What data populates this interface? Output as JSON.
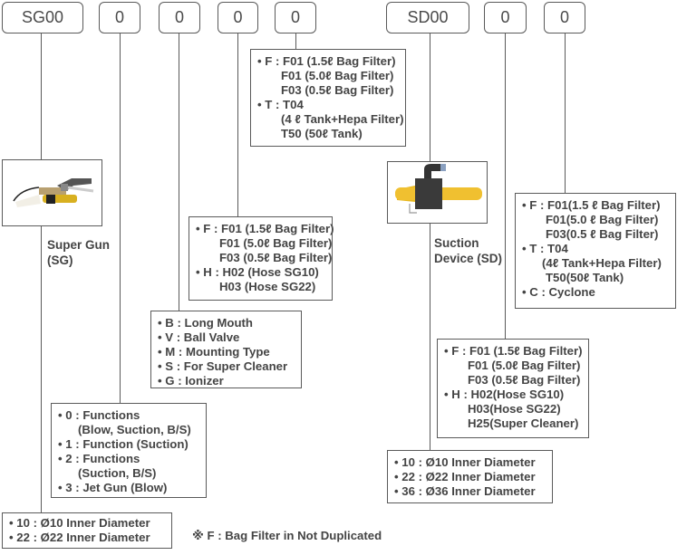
{
  "codes": {
    "sg": [
      "SG00",
      "0",
      "0",
      "0",
      "0"
    ],
    "sd": [
      "SD00",
      "0",
      "0"
    ]
  },
  "sg": {
    "product_caption": [
      "Super Gun",
      "(SG)"
    ],
    "product_icon": "super-gun-photo",
    "diameter_options": [
      "• 10 : Ø10 Inner Diameter",
      "• 22 : Ø22 Inner Diameter"
    ],
    "function_options": [
      "• 0 : Functions",
      "(Blow, Suction, B/S)",
      "• 1 : Function (Suction)",
      "• 2 : Functions",
      "(Suction, B/S)",
      "• 3 : Jet Gun (Blow)"
    ],
    "type_options": [
      "• B : Long Mouth",
      "• V : Ball Valve",
      "• M : Mounting Type",
      "• S : For Super Cleaner",
      "• G : Ionizer"
    ],
    "hose_options": [
      "• F : F01 (1.5ℓ Bag Filter)",
      "F01 (5.0ℓ Bag Filter)",
      "F03 (0.5ℓ Bag Filter)",
      "• H : H02 (Hose SG10)",
      "H03 (Hose SG22)"
    ],
    "tank_options": [
      "• F : F01 (1.5ℓ Bag Filter)",
      "F01 (5.0ℓ Bag Filter)",
      "F03 (0.5ℓ Bag Filter)",
      "• T : T04",
      "(4 ℓ Tank+Hepa Filter)",
      "T50 (50ℓ Tank)"
    ]
  },
  "sd": {
    "product_caption": [
      "Suction",
      "Device (SD)"
    ],
    "product_icon": "suction-device-photo",
    "diameter_options": [
      "• 10 : Ø10 Inner Diameter",
      "• 22 : Ø22 Inner Diameter",
      "• 36 : Ø36 Inner Diameter"
    ],
    "hose_options": [
      "• F : F01 (1.5ℓ Bag Filter)",
      "F01 (5.0ℓ Bag Filter)",
      "F03 (0.5ℓ Bag Filter)",
      "• H : H02(Hose SG10)",
      "H03(Hose SG22)",
      "H25(Super Cleaner)"
    ],
    "tank_options": [
      "• F : F01(1.5 ℓ Bag Filter)",
      "F01(5.0 ℓ Bag Filter)",
      "F03(0.5 ℓ Bag Filter)",
      "• T : T04",
      "(4ℓ Tank+Hepa Filter)",
      "T50(50ℓ Tank)",
      "• C : Cyclone"
    ]
  },
  "note": "※ F : Bag Filter in Not Duplicated"
}
